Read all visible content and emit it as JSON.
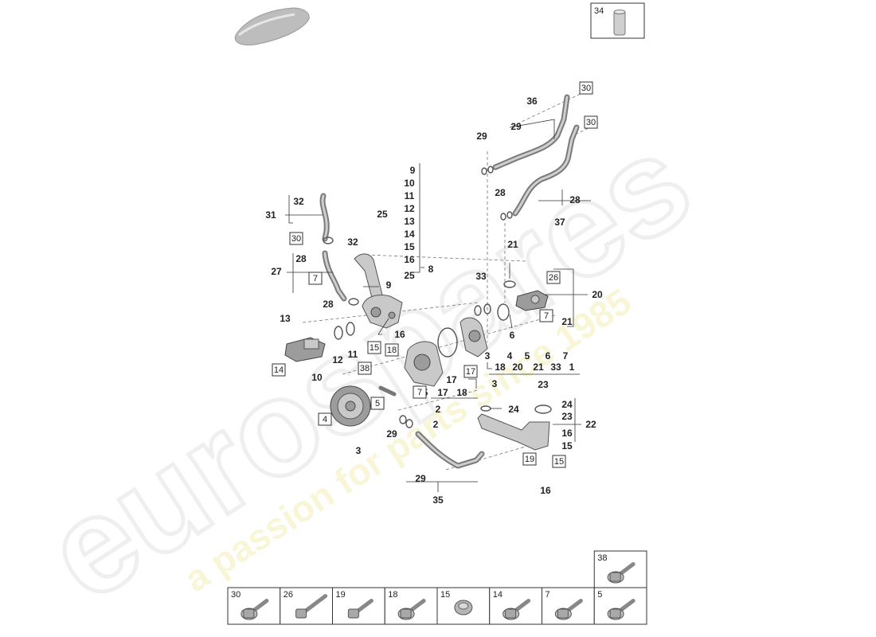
{
  "watermark": {
    "brand": "eurospares",
    "tagline": "a passion for parts since 1985"
  },
  "top_right_part": "34",
  "labels": [
    "36",
    "29",
    "30",
    "30",
    "29",
    "28",
    "28",
    "37",
    "9",
    "10",
    "11",
    "12",
    "13",
    "14",
    "15",
    "16",
    "25",
    "8",
    "31",
    "32",
    "30",
    "32",
    "27",
    "28",
    "7",
    "28",
    "9",
    "25",
    "33",
    "21",
    "26",
    "20",
    "7",
    "21",
    "6",
    "16",
    "15",
    "13",
    "12",
    "11",
    "14",
    "10",
    "38",
    "18",
    "17",
    "2",
    "3",
    "4",
    "5",
    "6",
    "7",
    "17",
    "18",
    "20",
    "21",
    "33",
    "1",
    "3",
    "5",
    "17",
    "18",
    "7",
    "5",
    "4",
    "29",
    "2",
    "3",
    "24",
    "23",
    "24",
    "23",
    "22",
    "16",
    "15",
    "19",
    "15",
    "16",
    "29",
    "35"
  ],
  "bottom_row": [
    {
      "id": "30",
      "icon": "flange-bolt-icon"
    },
    {
      "id": "26",
      "icon": "long-bolt-icon"
    },
    {
      "id": "19",
      "icon": "bolt-icon"
    },
    {
      "id": "18",
      "icon": "flange-bolt-icon"
    },
    {
      "id": "15",
      "icon": "plug-icon"
    },
    {
      "id": "14",
      "icon": "flange-bolt-icon"
    },
    {
      "id": "7",
      "icon": "flange-bolt-icon"
    },
    {
      "id": "5",
      "icon": "flange-bolt-icon"
    }
  ],
  "bottom_extra": {
    "id": "38",
    "icon": "flange-bolt-icon"
  }
}
